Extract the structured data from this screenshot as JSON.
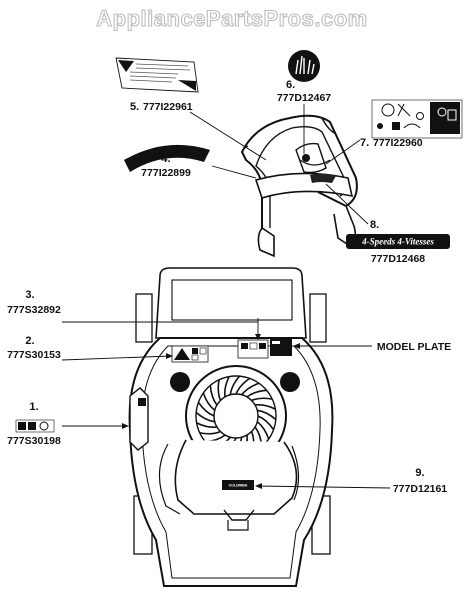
{
  "watermark": "AppliancePartsPros.com",
  "callouts": [
    {
      "number": "1.",
      "part": "777S30198"
    },
    {
      "number": "2.",
      "part": "777S30153"
    },
    {
      "number": "3.",
      "part": "777S32892"
    },
    {
      "number": "4.",
      "part": "777I22899"
    },
    {
      "number": "5.",
      "part": "777I22961"
    },
    {
      "number": "6.",
      "part": "777D12467"
    },
    {
      "number": "7.",
      "part": "777I22960"
    },
    {
      "number": "8.",
      "part": "777D12468"
    },
    {
      "number": "9.",
      "part": "777D12161"
    }
  ],
  "model_plate_label": "MODEL PLATE",
  "speed_decal_text": "4-Speeds   4-Vitesses",
  "engine_plate_text": "COLUMBIA"
}
